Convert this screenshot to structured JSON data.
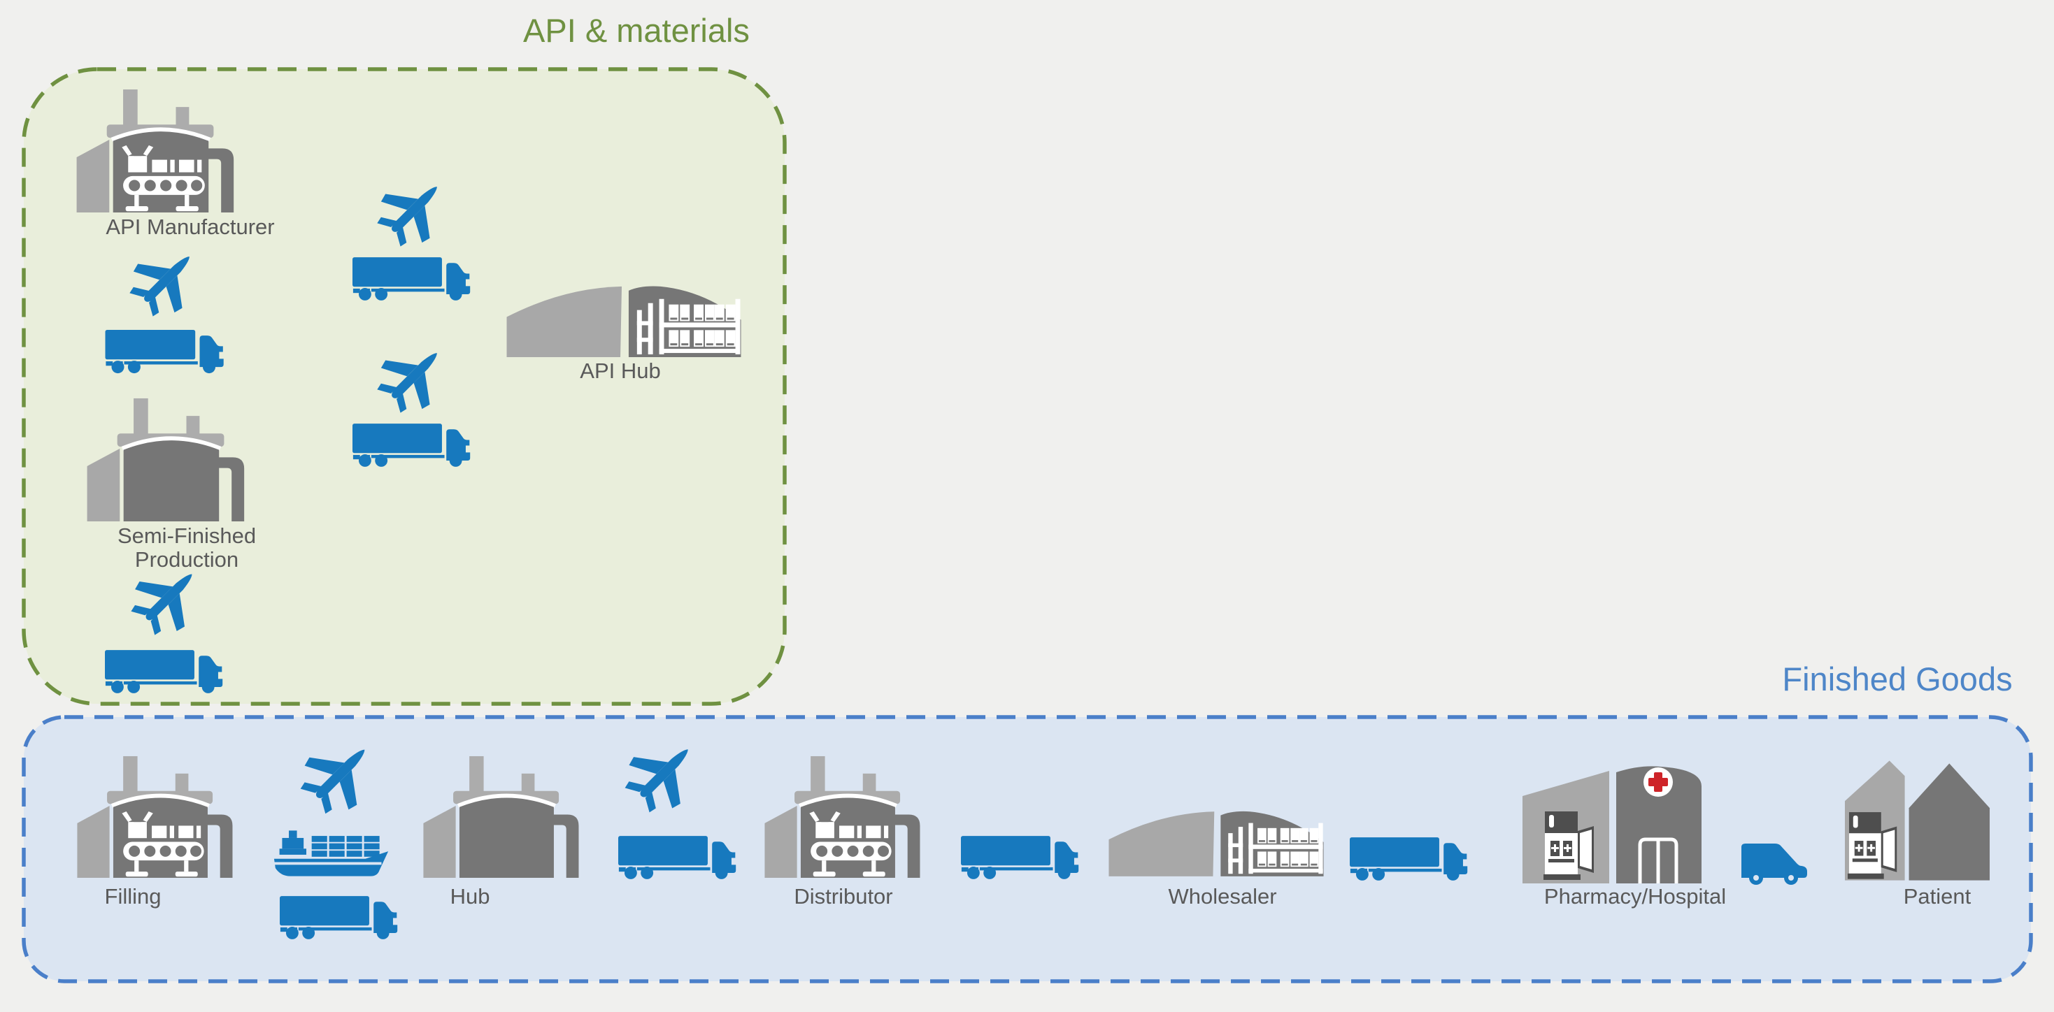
{
  "groups": {
    "api": {
      "title": "API & materials",
      "nodes": [
        {
          "label": "API Manufacturer",
          "icon": "factory-production-line"
        },
        {
          "label": "API Hub",
          "icon": "warehouse"
        },
        {
          "label": "Semi-Finished Production",
          "icon": "factory"
        }
      ],
      "transport_sets": [
        [
          "airplane",
          "truck"
        ],
        [
          "airplane",
          "truck"
        ],
        [
          "airplane",
          "truck"
        ],
        [
          "airplane",
          "truck"
        ]
      ]
    },
    "finished": {
      "title": "Finished Goods",
      "nodes": [
        {
          "label": "Filling",
          "icon": "factory-production-line"
        },
        {
          "label": "Hub",
          "icon": "factory"
        },
        {
          "label": "Distributor",
          "icon": "factory-production-line"
        },
        {
          "label": "Wholesaler",
          "icon": "warehouse"
        },
        {
          "label": "Pharmacy/Hospital",
          "icon": "pharmacy-hospital"
        },
        {
          "label": "Patient",
          "icon": "patient-house"
        }
      ],
      "transport_sets": [
        [
          "airplane",
          "cargo-ship",
          "truck"
        ],
        [
          "airplane",
          "truck"
        ],
        [
          "truck"
        ],
        [
          "truck"
        ],
        [
          "delivery-van"
        ]
      ]
    }
  },
  "colors": {
    "page_bg": "#F0F0EE",
    "api_fill": "#E9EEDB",
    "api_border": "#6F9141",
    "api_title": "#6F9141",
    "fin_fill": "#DBE5F2",
    "fin_border": "#4A7FC9",
    "fin_title": "#4E86C8",
    "label_color": "#595959",
    "icon_blue": "#1779BE",
    "icon_gray_dark": "#767676",
    "icon_gray_light": "#A8A8A8",
    "red_cross": "#CE2429"
  }
}
